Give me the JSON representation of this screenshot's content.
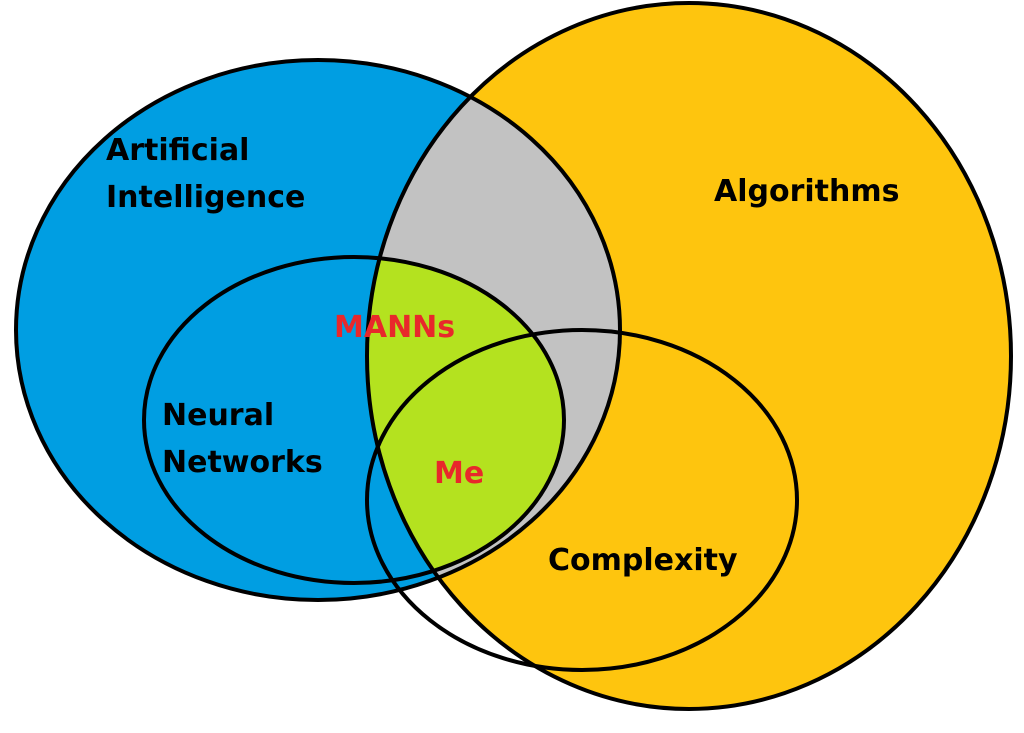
{
  "diagram": {
    "type": "venn",
    "sets": [
      {
        "id": "ai",
        "lines": [
          "Artificial",
          "Intelligence"
        ]
      },
      {
        "id": "algorithms",
        "lines": [
          "Algorithms"
        ]
      },
      {
        "id": "neural_networks",
        "lines": [
          "Neural",
          "Networks"
        ]
      },
      {
        "id": "complexity",
        "lines": [
          "Complexity"
        ]
      }
    ],
    "regions": [
      {
        "id": "manns",
        "label": "MANNs"
      },
      {
        "id": "me",
        "label": "Me"
      }
    ]
  },
  "colors": {
    "ai": "#009ee2",
    "algorithms": "#fec50e",
    "overlap_ai_algorithms": "#c2c2c2",
    "overlap_nn_algorithms": "#b4e21f",
    "outline": "#000000",
    "label_text": "#000000",
    "accent_text": "#e8282b"
  }
}
